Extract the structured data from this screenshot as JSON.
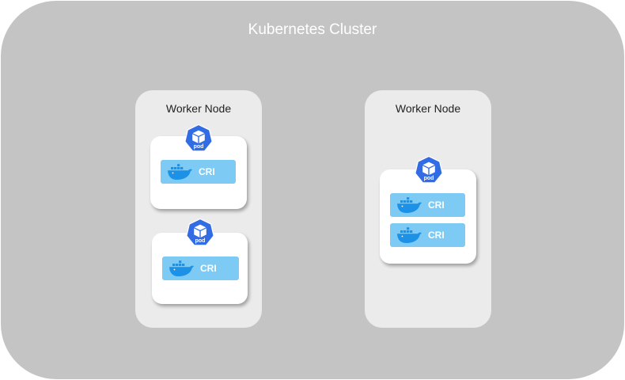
{
  "cluster": {
    "title": "Kubernetes Cluster"
  },
  "nodes": [
    {
      "title": "Worker Node",
      "pods": [
        {
          "icon_label": "pod",
          "containers": [
            {
              "label": "CRI"
            }
          ]
        },
        {
          "icon_label": "pod",
          "containers": [
            {
              "label": "CRI"
            }
          ]
        }
      ]
    },
    {
      "title": "Worker Node",
      "pods": [
        {
          "icon_label": "pod",
          "containers": [
            {
              "label": "CRI"
            },
            {
              "label": "CRI"
            }
          ]
        }
      ]
    }
  ],
  "icons": {
    "pod": "kubernetes-pod-icon",
    "container": "docker-whale-icon"
  },
  "colors": {
    "cluster_bg": "#c4c4c4",
    "node_bg": "#ebebeb",
    "pod_bg": "#ffffff",
    "cri_bg": "#7dcbf5",
    "k8s_blue": "#326ce5",
    "docker_blue": "#1d91e6"
  }
}
